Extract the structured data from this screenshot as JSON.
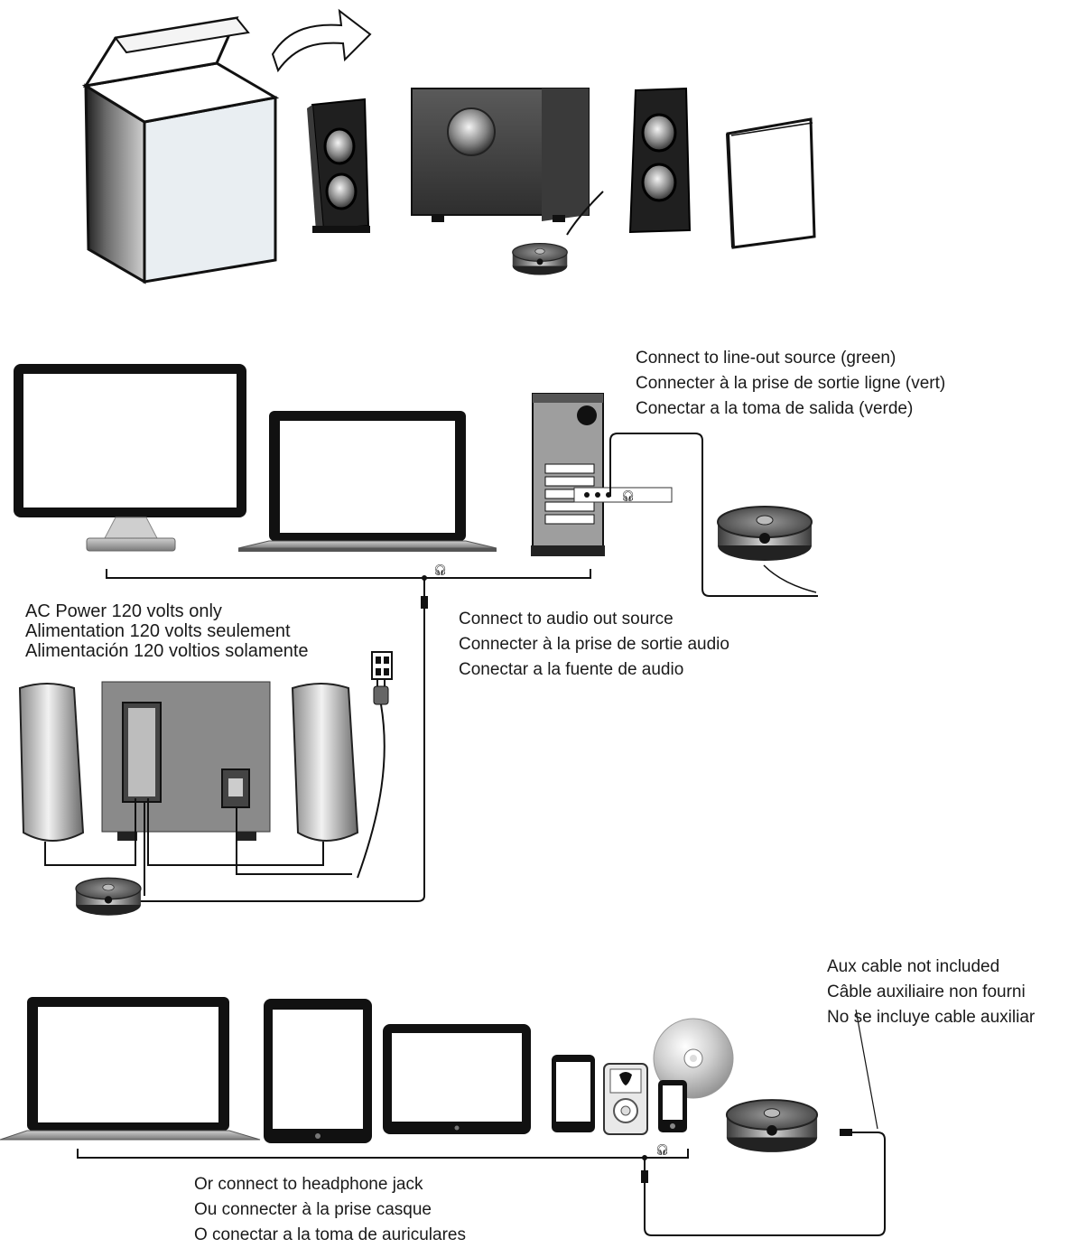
{
  "colors": {
    "line": "#1a1a1a",
    "speaker_dark": "#2a2a2a",
    "speaker_silver": "#b8b8b8",
    "subwoofer": "#4a4a4a",
    "screen": "#ffffff"
  },
  "icons": {
    "box": "unboxing-box-icon",
    "arrow": "unboxing-arrow-icon",
    "speaker": "satellite-speaker-icon",
    "subwoofer": "subwoofer-icon",
    "control_pod": "volume-control-pod-icon",
    "manual": "manual-booklet-icon",
    "headphone": "headphone-jack-icon",
    "outlet": "power-outlet-icon",
    "plug": "power-plug-icon",
    "cd": "compact-disc-icon"
  },
  "captions": {
    "line_out": [
      "Connect to line-out source (green)",
      "Connecter à la prise de sortie ligne (vert)",
      "Conectar a la toma de salida (verde)"
    ],
    "audio_out": [
      "Connect to audio out source",
      "Connecter à la prise de sortie audio",
      "Conectar a la fuente de audio"
    ],
    "ac_power": [
      "AC Power 120 volts only",
      "Alimentation 120 volts seulement",
      "Alimentación 120 voltios solamente"
    ],
    "aux": [
      "Aux cable not included",
      "Câble auxiliaire non fourni",
      "No se incluye cable auxiliar"
    ],
    "headphone": [
      "Or connect to headphone jack",
      "Ou connecter à la prise casque",
      "O conectar a la toma de auriculares"
    ]
  }
}
